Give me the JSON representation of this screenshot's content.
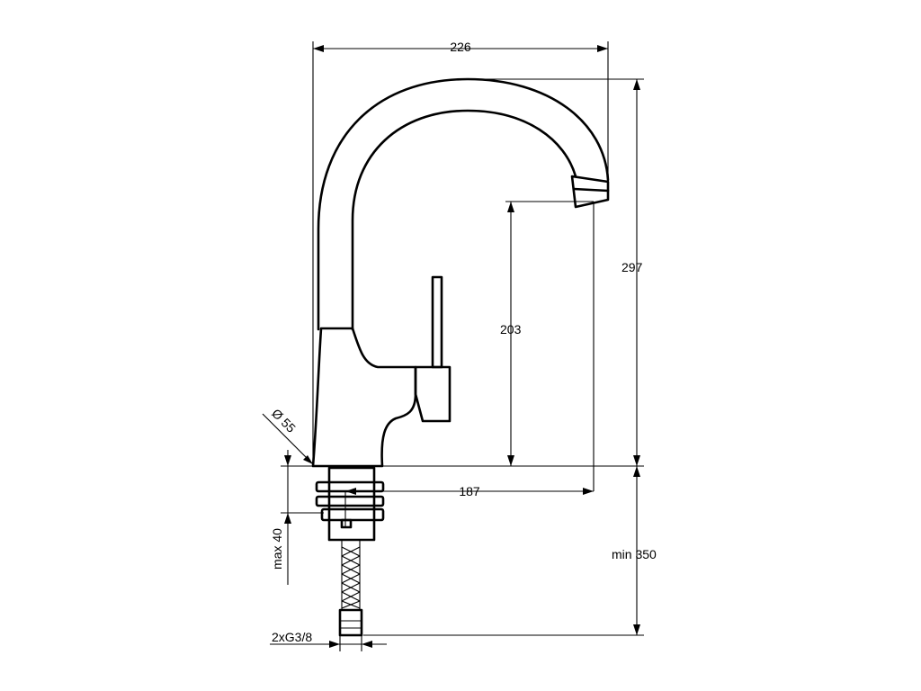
{
  "dimensions": {
    "overall_width": "226",
    "overall_height": "297",
    "spout_height": "203",
    "spout_reach": "187",
    "base_diameter": "Ø 55",
    "max_deck_thickness": "max 40",
    "min_clearance": "min 350",
    "connections": "2xG3/8"
  }
}
